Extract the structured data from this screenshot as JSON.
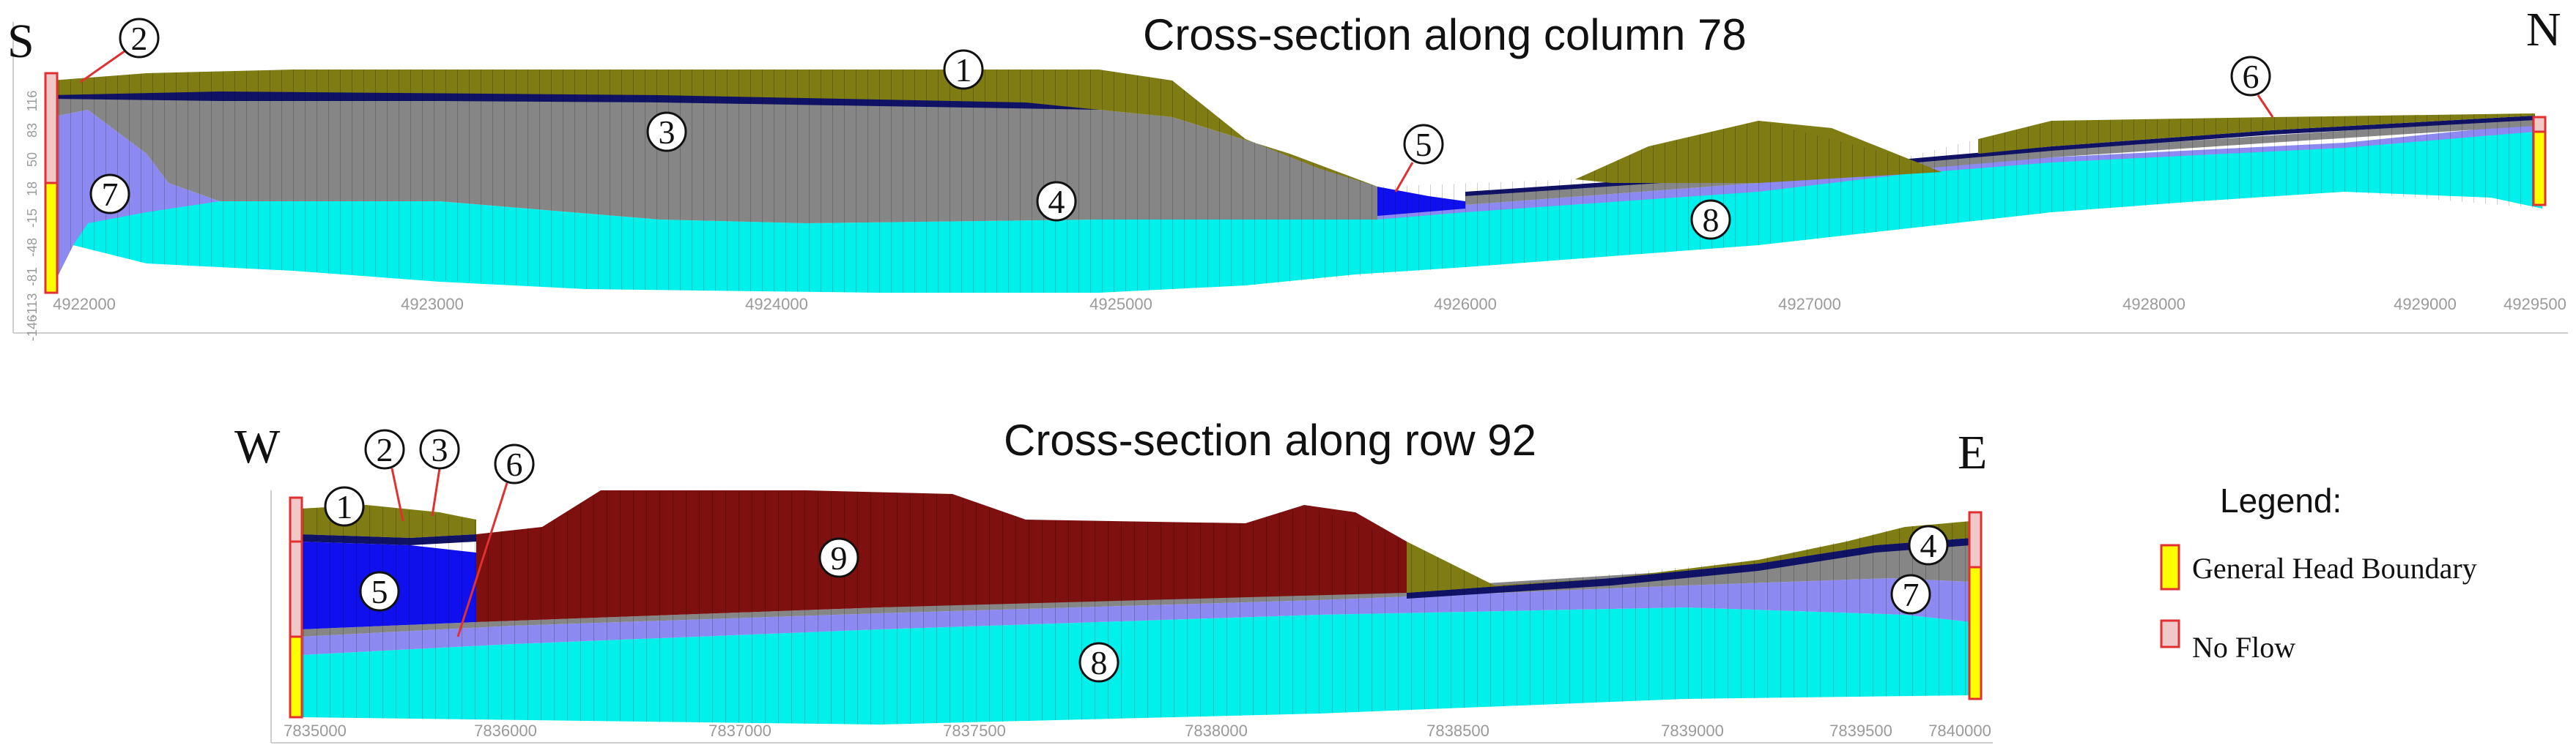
{
  "colors": {
    "olive": "#7e7c12",
    "navy": "#101266",
    "gray": "#868686",
    "lavender": "#8c8af0",
    "cyan": "#00f0ec",
    "blue": "#1010ee",
    "maroon": "#7e1010",
    "ghb": "#ffff00",
    "noflow": "#f0c8c8",
    "boundary_red": "#e03030"
  },
  "top_section": {
    "title": "Cross-section along column 78",
    "left_label": "S",
    "right_label": "N",
    "x_ticks": [
      "4922000",
      "4923000",
      "4924000",
      "4925000",
      "4926000",
      "4927000",
      "4928000",
      "4929000",
      "4929500"
    ],
    "y_ticks": [
      "116",
      "83",
      "50",
      "18",
      "-15",
      "-48",
      "-81",
      "-113",
      "-146"
    ],
    "callouts": [
      "1",
      "2",
      "3",
      "4",
      "5",
      "6",
      "7",
      "8"
    ]
  },
  "bottom_section": {
    "title": "Cross-section along row 92",
    "left_label": "W",
    "right_label": "E",
    "x_ticks": [
      "7835000",
      "7836000",
      "7837000",
      "7837500",
      "7838000",
      "7838500",
      "7839000",
      "7839500",
      "7840000"
    ],
    "callouts": [
      "1",
      "2",
      "3",
      "4",
      "5",
      "6",
      "7",
      "8",
      "9"
    ]
  },
  "legend": {
    "title": "Legend:",
    "items": [
      {
        "label": "General Head Boundary",
        "color": "#ffff00",
        "border": "#e03030"
      },
      {
        "label": "No Flow",
        "color": "#f0c8c8",
        "border": "#e03030"
      }
    ]
  }
}
